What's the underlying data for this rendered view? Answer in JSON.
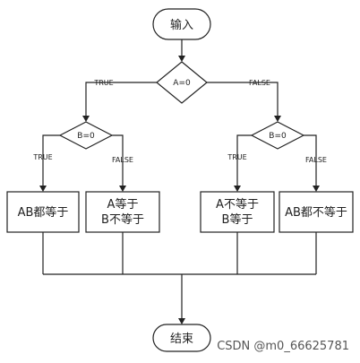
{
  "nodes": {
    "start": "输入",
    "cond_a": "A=0",
    "cond_b_left": "B=0",
    "cond_b_right": "B=0",
    "box1": [
      "AB都等于"
    ],
    "box2": [
      "A等于",
      "B不等于"
    ],
    "box3": [
      "A不等于",
      "B等于"
    ],
    "box4": [
      "AB都不等于"
    ],
    "end": "结束"
  },
  "edges": {
    "a_true": "TRUE",
    "a_false": "FALSE",
    "bl_true": "TRUE",
    "bl_false": "FALSE",
    "br_true": "TRUE",
    "br_false": "FALSE"
  },
  "watermark": "CSDN @m0_66625781"
}
